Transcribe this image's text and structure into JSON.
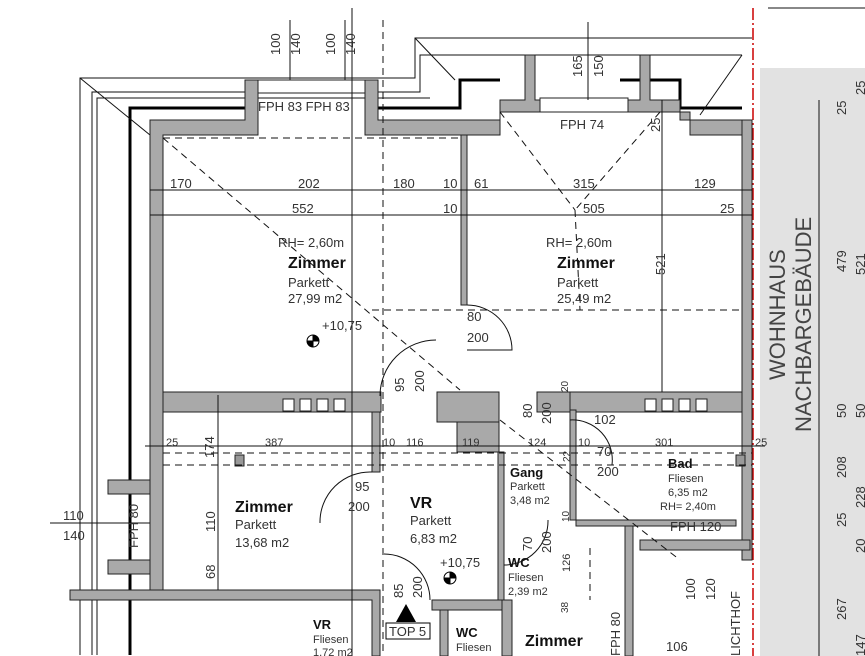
{
  "title": "Floor plan TOP 5",
  "neighbor_label": [
    "WOHNHAUS",
    "NACHBARGEBÄUDE"
  ],
  "top": {
    "dims": [
      "100",
      "140",
      "100",
      "140",
      "165",
      "150",
      "25"
    ],
    "fph_left": "FPH 83 FPH 83",
    "fph_right": "FPH 74"
  },
  "dim_row1": [
    "170",
    "202",
    "180",
    "10",
    "61",
    "315",
    "129"
  ],
  "dim_row2": [
    "552",
    "10",
    "505",
    "25"
  ],
  "dim_row3": [
    "25",
    "174",
    "387",
    "10",
    "116",
    "119",
    "124",
    "22",
    "10",
    "70",
    "301",
    "25"
  ],
  "rooms": {
    "zimmer1": {
      "rh": "RH= 2,60m",
      "name": "Zimmer",
      "floor": "Parkett",
      "area": "27,99 m2"
    },
    "zimmer2": {
      "rh": "RH= 2,60m",
      "name": "Zimmer",
      "floor": "Parkett",
      "area": "25,49 m2"
    },
    "zimmer3": {
      "name": "Zimmer",
      "floor": "Parkett",
      "area": "13,68 m2"
    },
    "vr": {
      "name": "VR",
      "floor": "Parkett",
      "area": "6,83 m2"
    },
    "gang": {
      "name": "Gang",
      "floor": "Parkett",
      "area": "3,48 m2"
    },
    "bad": {
      "name": "Bad",
      "floor": "Fliesen",
      "area": "6,35 m2",
      "rh": "RH= 2,40m",
      "fph": "FPH 120"
    },
    "wc1": {
      "name": "WC",
      "floor": "Fliesen",
      "area": "2,39 m2"
    },
    "vr2": {
      "name": "VR",
      "floor": "Fliesen",
      "area": "1,72 m2"
    },
    "wc2": {
      "name": "WC",
      "floor": "Fliesen"
    },
    "zimmer4": {
      "name": "Zimmer"
    },
    "lichthof": "LICHTHOF"
  },
  "levels": [
    "+10,75",
    "+10,75"
  ],
  "misc_dims": [
    "521",
    "80",
    "200",
    "95",
    "200",
    "80",
    "200",
    "20",
    "102",
    "200",
    "110",
    "68",
    "95",
    "200",
    "FPH 80",
    "110",
    "140",
    "10",
    "70",
    "200",
    "126",
    "85",
    "200",
    "38",
    "FPH 80",
    "100",
    "120",
    "106"
  ],
  "entrance": "TOP 5",
  "right_dims_a": [
    "25",
    "479",
    "50",
    "208",
    "25",
    "267"
  ],
  "right_dims_b": [
    "25",
    "521",
    "50",
    "228",
    "20",
    "147"
  ]
}
